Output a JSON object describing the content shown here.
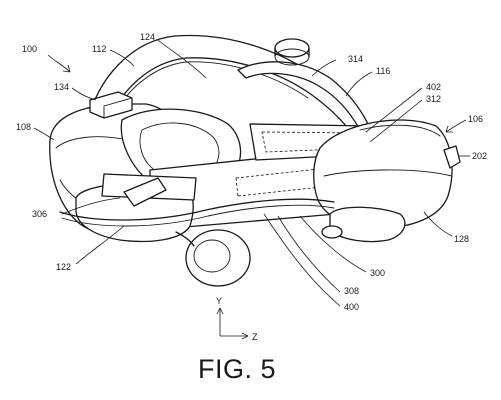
{
  "figure": {
    "caption": "FIG. 5",
    "labels": {
      "l100": "100",
      "l112": "112",
      "l124": "124",
      "l314": "314",
      "l116": "116",
      "l402": "402",
      "l312": "312",
      "l106": "106",
      "l134": "134",
      "l108": "108",
      "l202": "202",
      "l306": "306",
      "l122": "122",
      "l128": "128",
      "l300": "300",
      "l308": "308",
      "l400": "400"
    },
    "axes": {
      "y": "Y",
      "z": "Z"
    }
  }
}
